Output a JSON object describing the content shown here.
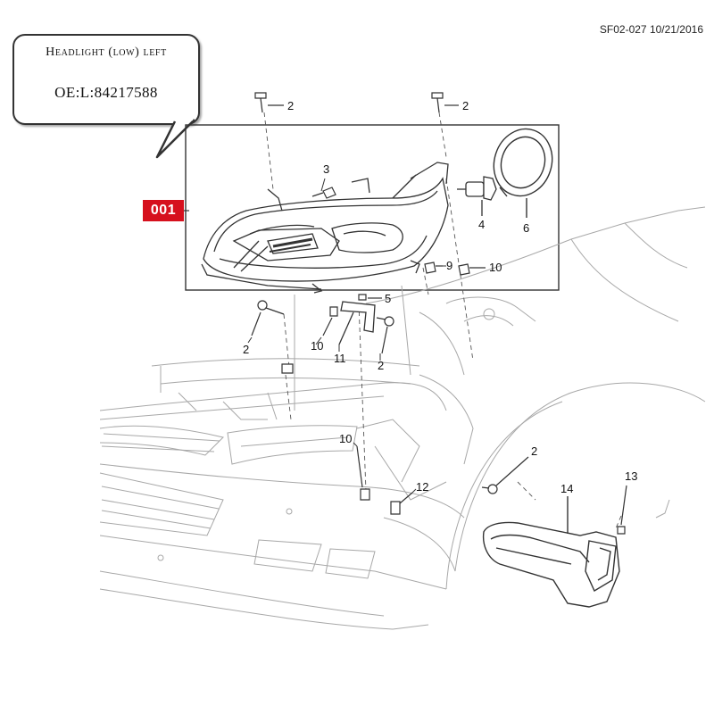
{
  "document_code": "SF02-027 10/21/2016",
  "callout": {
    "title": "Headlight (low) left",
    "oe_number": "OE:L:84217588"
  },
  "reference_badge": "001",
  "part_labels": {
    "p2a": "2",
    "p2b": "2",
    "p3": "3",
    "p4": "4",
    "p6": "6",
    "p9": "9",
    "p10a": "10",
    "p5": "5",
    "p2c": "2",
    "p10b": "10",
    "p11": "11",
    "p2d": "2",
    "p10c": "10",
    "p2e": "2",
    "p12": "12",
    "p14": "14",
    "p13": "13"
  },
  "colors": {
    "accent": "#d6101d",
    "line": "#333333",
    "ghost": "#9a9a9a"
  }
}
